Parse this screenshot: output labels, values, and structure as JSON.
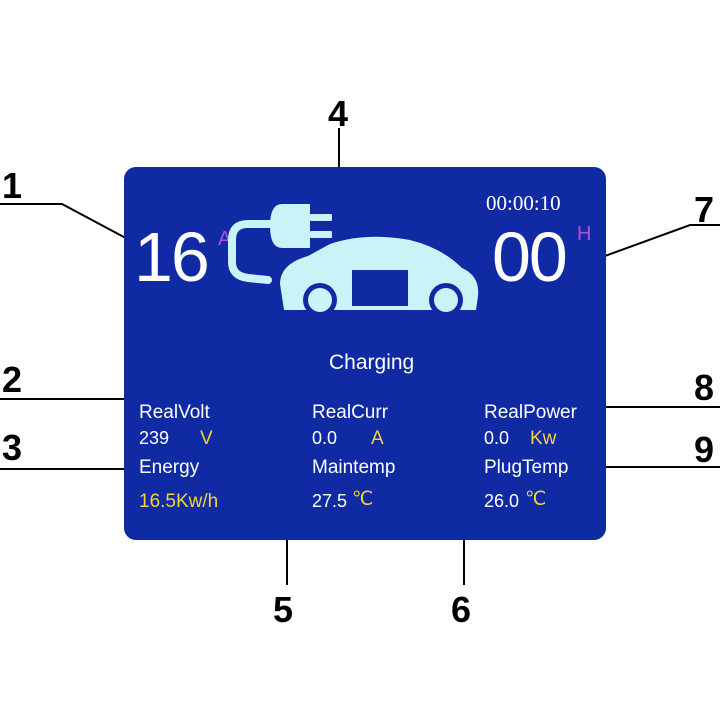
{
  "colors": {
    "screen_bg": "#0f2aa3",
    "icon": "#c8f4f8",
    "unit_accent": "#b14fd6",
    "value_accent": "#f5d33a"
  },
  "callouts": [
    "1",
    "2",
    "3",
    "4",
    "5",
    "6",
    "7",
    "8",
    "9"
  ],
  "header": {
    "current_value": "16",
    "current_unit": "A",
    "timer": "00:00:10",
    "hours_value": "00",
    "hours_unit": "H"
  },
  "icon": "ev-charging-car-icon",
  "status": "Charging",
  "readings": {
    "real_volt": {
      "label": "RealVolt",
      "value": "239",
      "unit": "V"
    },
    "real_curr": {
      "label": "RealCurr",
      "value": "0.0",
      "unit": "A"
    },
    "real_power": {
      "label": "RealPower",
      "value": "0.0",
      "unit": "Kw"
    },
    "energy": {
      "label": "Energy",
      "value": "16.5Kw/h"
    },
    "maintemp": {
      "label": "Maintemp",
      "value": "27.5",
      "unit": "℃"
    },
    "plugtemp": {
      "label": "PlugTemp",
      "value": "26.0",
      "unit": "℃"
    }
  }
}
